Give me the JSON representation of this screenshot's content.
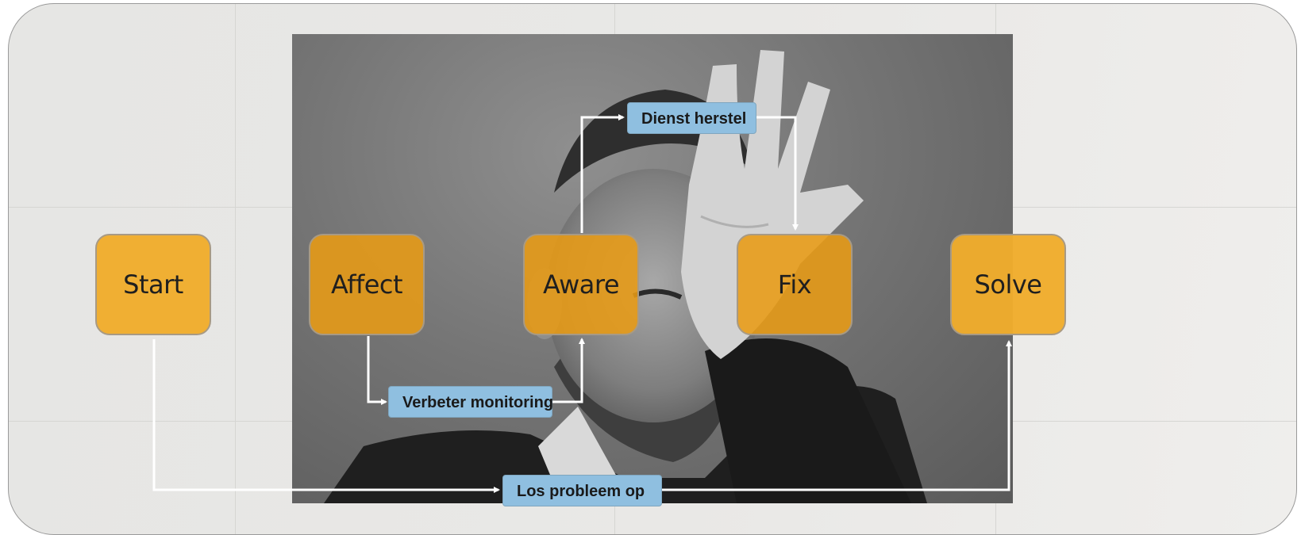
{
  "steps": {
    "start": "Start",
    "affect": "Affect",
    "aware": "Aware",
    "fix": "Fix",
    "solve": "Solve"
  },
  "actions": {
    "dienst_herstel": "Dienst herstel",
    "verbeter_monitoring": "Verbeter monitoring",
    "los_probleem_op": "Los probleem op"
  },
  "colors": {
    "step_box": "#f0ac2c",
    "action_box": "#8fbfe0",
    "connector": "#ffffff"
  }
}
